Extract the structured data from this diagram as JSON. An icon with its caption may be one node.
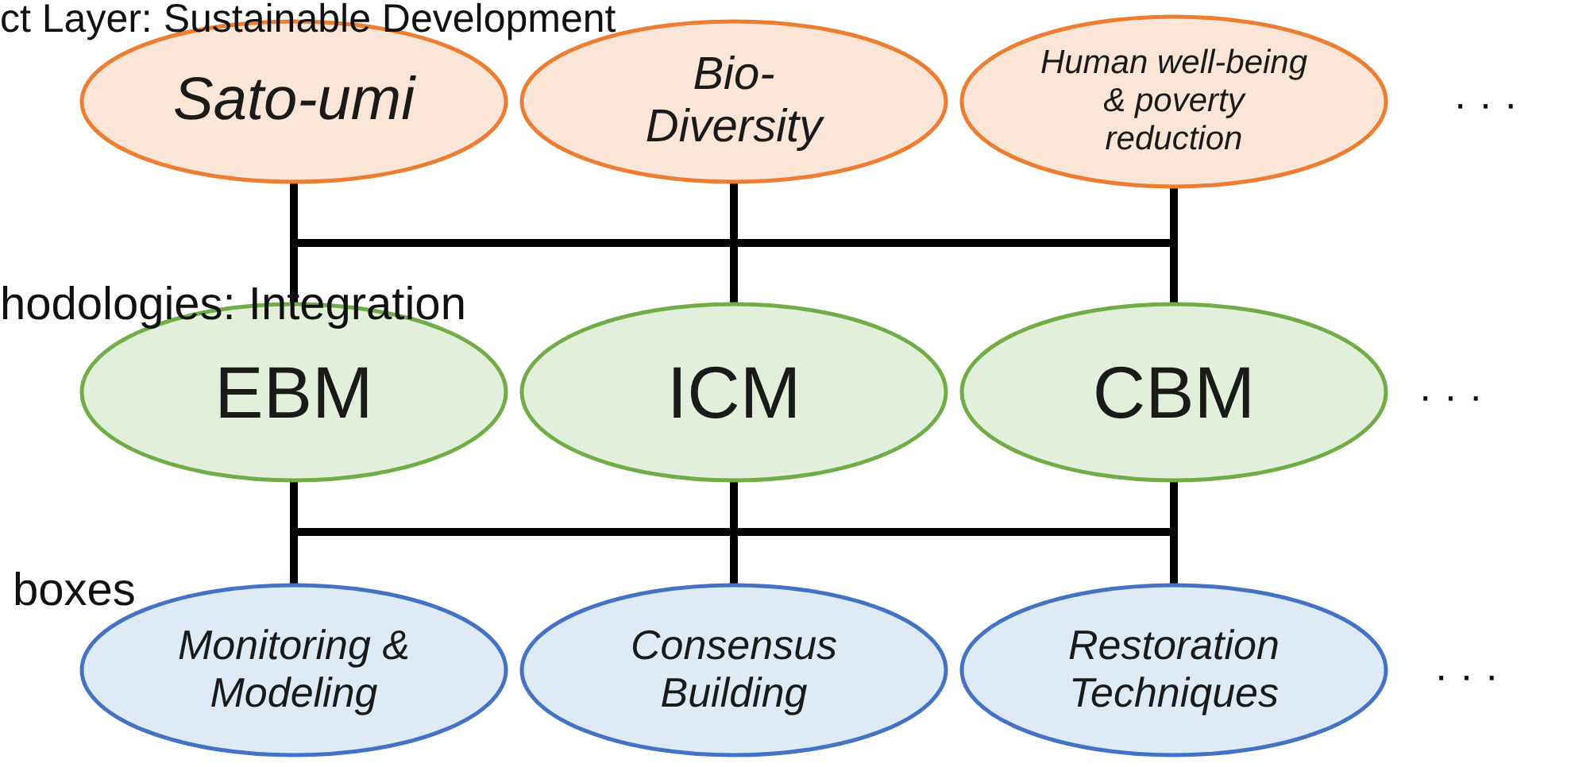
{
  "diagram": {
    "nodes": [
      {
        "text": [
          "Sato-umi"
        ]
      },
      {
        "text": [
          "Bio-Diversity"
        ]
      },
      {
        "text": [
          "Human well-being & poverty reduction"
        ]
      },
      {
        "text": [
          "EBM"
        ]
      },
      {
        "text": [
          "ICM"
        ]
      },
      {
        "text": [
          "CBM"
        ]
      },
      {
        "text": [
          "Monitoring & Modeling"
        ]
      },
      {
        "text": [
          "Consensus Building"
        ]
      },
      {
        "text": [
          "Restoration Techniques"
        ]
      }
    ],
    "edges": [
      {
        "from": 0,
        "to": 3,
        "arrow": "none"
      },
      {
        "from": 0,
        "to": 4,
        "arrow": "none"
      },
      {
        "from": 0,
        "to": 5,
        "arrow": "none"
      },
      {
        "from": 1,
        "to": 3,
        "arrow": "none"
      },
      {
        "from": 1,
        "to": 4,
        "arrow": "none"
      },
      {
        "from": 1,
        "to": 5,
        "arrow": "none"
      },
      {
        "from": 2,
        "to": 3,
        "arrow": "none"
      },
      {
        "from": 2,
        "to": 4,
        "arrow": "none"
      },
      {
        "from": 2,
        "to": 5,
        "arrow": "none"
      },
      {
        "from": 3,
        "to": 6,
        "arrow": "none"
      },
      {
        "from": 3,
        "to": 7,
        "arrow": "none"
      },
      {
        "from": 3,
        "to": 8,
        "arrow": "none"
      },
      {
        "from": 4,
        "to": 6,
        "arrow": "none"
      },
      {
        "from": 4,
        "to": 7,
        "arrow": "none"
      },
      {
        "from": 4,
        "to": 8,
        "arrow": "none"
      },
      {
        "from": 5,
        "to": 6,
        "arrow": "none"
      },
      {
        "from": 5,
        "to": 7,
        "arrow": "none"
      },
      {
        "from": 5,
        "to": 8,
        "arrow": "none"
      }
    ],
    "labels": [
      "ct Layer: Sustainable Development",
      "· · ·",
      "hodologies: Integration",
      "· · ·",
      "boxes",
      "· · ·"
    ]
  }
}
